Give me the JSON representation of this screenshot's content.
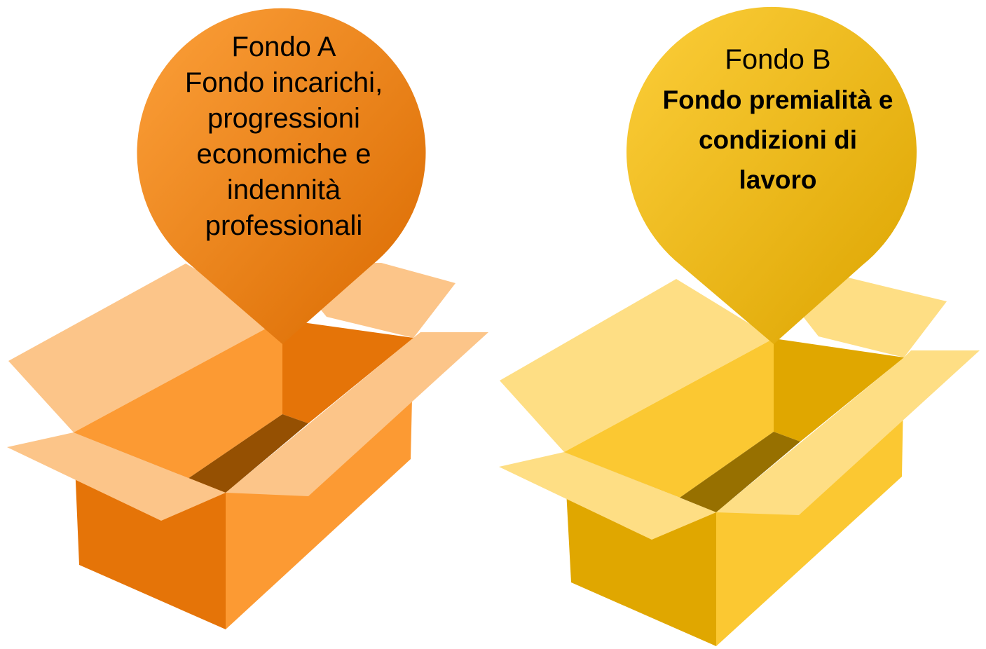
{
  "colors": {
    "orange_box_light": "#FC9A33",
    "orange_box_dark": "#E57408",
    "orange_flap": "#FCC589",
    "orange_inside": "#955002",
    "yellow_box_light": "#FBC832",
    "yellow_box_dark": "#E0A700",
    "yellow_flap": "#FEDE84",
    "yellow_inside": "#977000"
  },
  "fondo_a": {
    "title": "Fondo A",
    "lines": [
      "Fondo incarichi,",
      "progressioni",
      "economiche e",
      "indennità",
      "professionali"
    ]
  },
  "fondo_b": {
    "title": "Fondo B",
    "lines": [
      "Fondo premialità e",
      "condizioni di",
      "lavoro"
    ]
  }
}
